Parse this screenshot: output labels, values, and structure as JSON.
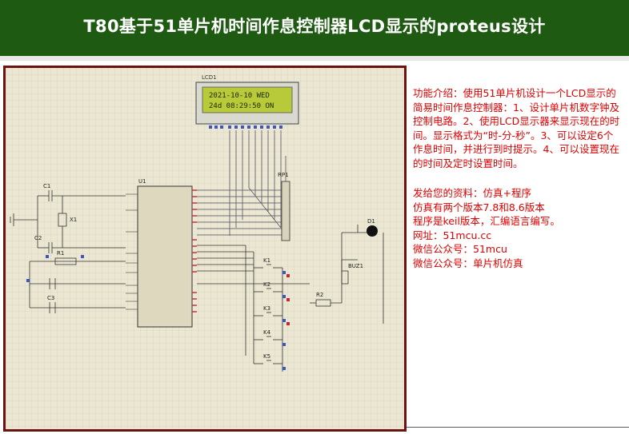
{
  "header": {
    "title": "T80基于51单片机时间作息控制器LCD显示的proteus设计"
  },
  "lcd": {
    "label": "LCD1",
    "line1": "2021-10-10 WED",
    "line2": "24d 08:29:50 ON"
  },
  "labels": {
    "c1": "C1",
    "c2": "C2",
    "c3": "C3",
    "x1": "X1",
    "r1": "R1",
    "r2": "R2",
    "u1": "U1",
    "rp1": "RP1",
    "d1": "D1",
    "buz1": "BUZ1",
    "k1": "K1",
    "k2": "K2",
    "k3": "K3",
    "k4": "K4",
    "k5": "K5"
  },
  "info": {
    "intro": "功能介绍：使用51单片机设计一个LCD显示的简易时间作息控制器：1、设计单片机数字钟及控制电路。2、使用LCD显示器来显示现在的时间。显示格式为“时-分-秒”。3、可以设定6个作息时间，并进行到时提示。4、可以设置现在的时间及定时设置时间。",
    "lines": [
      "发给您的资料：仿真+程序",
      "仿真有两个版本7.8和8.6版本",
      "程序是keil版本，汇编语言编写。",
      "网址：51mcu.cc",
      "微信公众号：51mcu",
      "微信公众号：单片机仿真"
    ]
  },
  "colors": {
    "header_bg": "#1f5a12",
    "frame": "#6b1313",
    "lcd_screen": "#b8c93a",
    "info_text": "#e00000"
  }
}
